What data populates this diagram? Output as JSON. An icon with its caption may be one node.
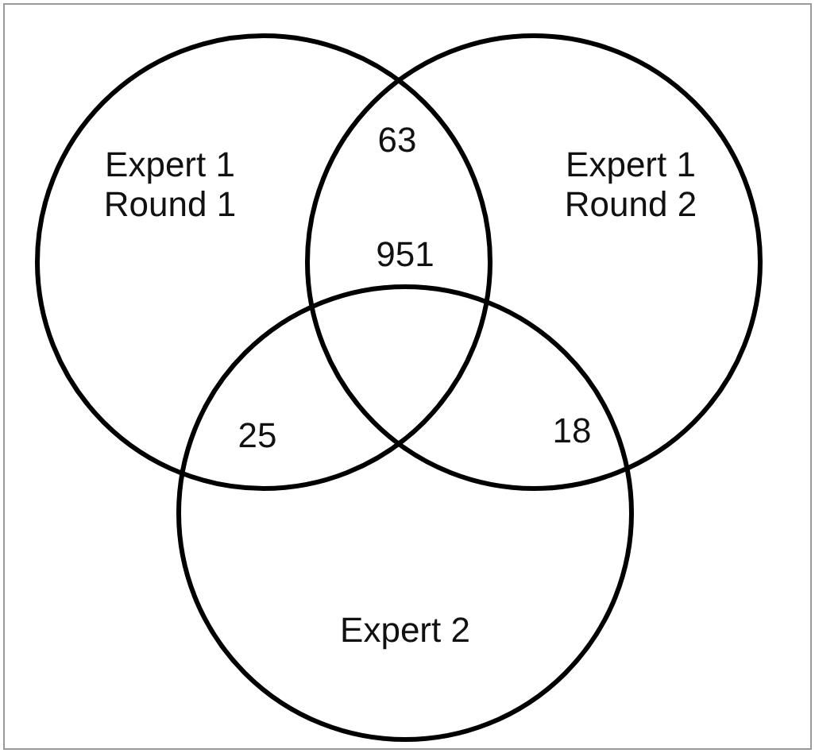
{
  "diagram": {
    "nodes": [
      {
        "text": [
          "Expert 1 Round 1"
        ]
      },
      {
        "text": [
          "Expert 1 Round 2"
        ]
      },
      {
        "text": [
          "Expert 2"
        ]
      }
    ],
    "labels": [
      "63",
      "951",
      "25",
      "18"
    ]
  }
}
